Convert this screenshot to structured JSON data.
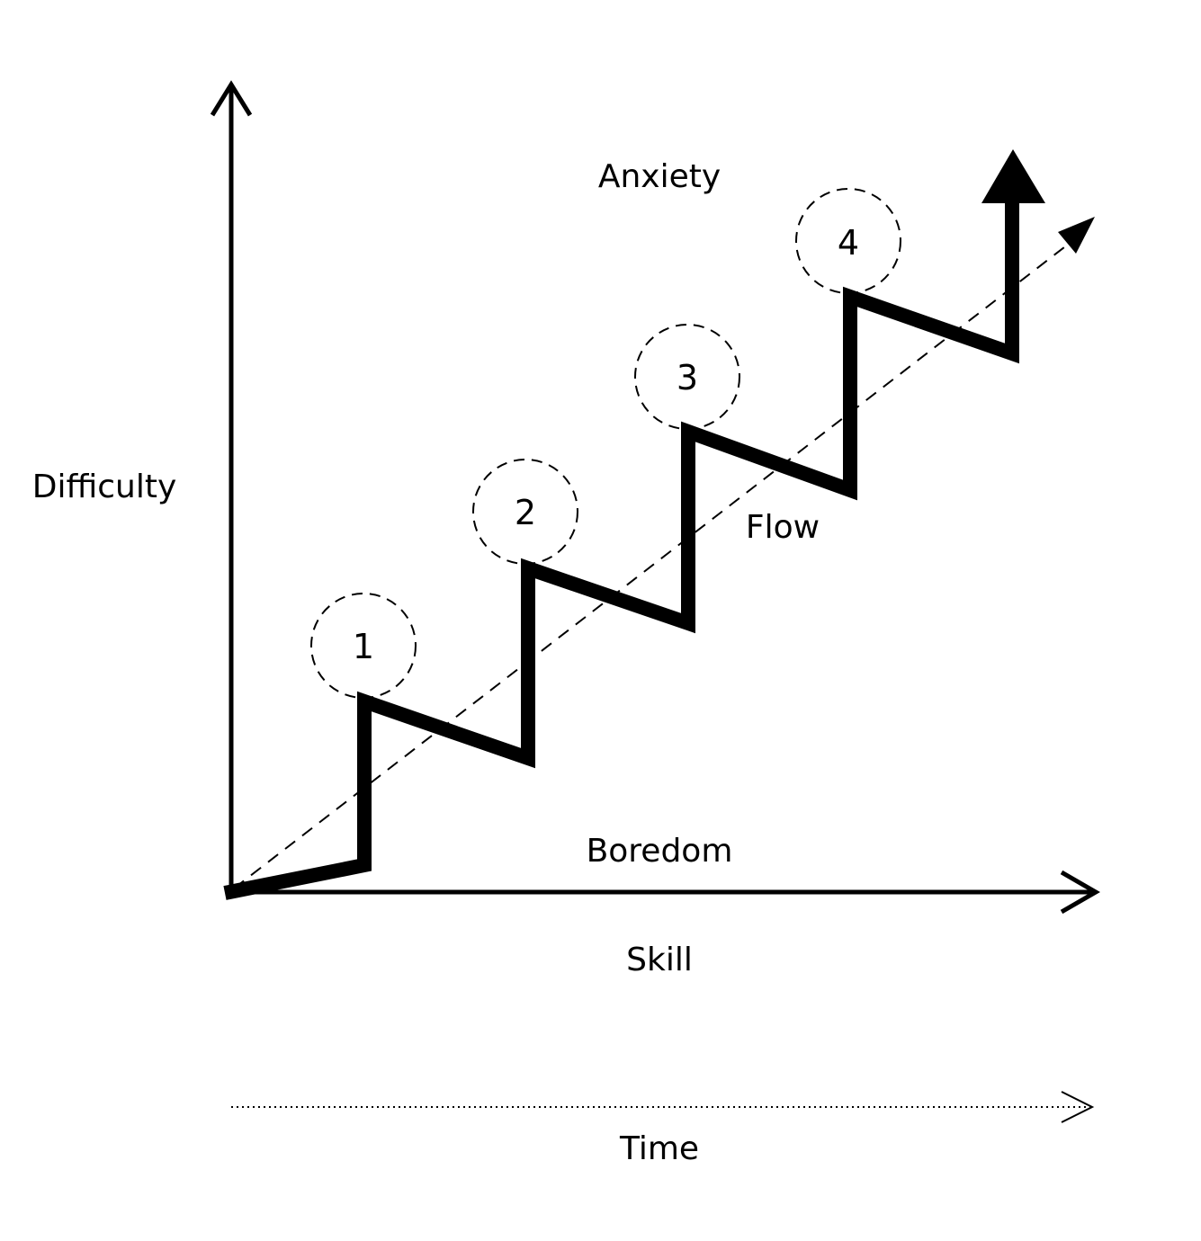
{
  "labels": {
    "y_axis": "Difficulty",
    "x_axis": "Skill",
    "time": "Time",
    "top_region": "Anxiety",
    "middle_region": "Flow",
    "bottom_region": "Boredom"
  },
  "steps": [
    "1",
    "2",
    "3",
    "4"
  ],
  "colors": {
    "line": "#000000",
    "background": "#ffffff"
  }
}
